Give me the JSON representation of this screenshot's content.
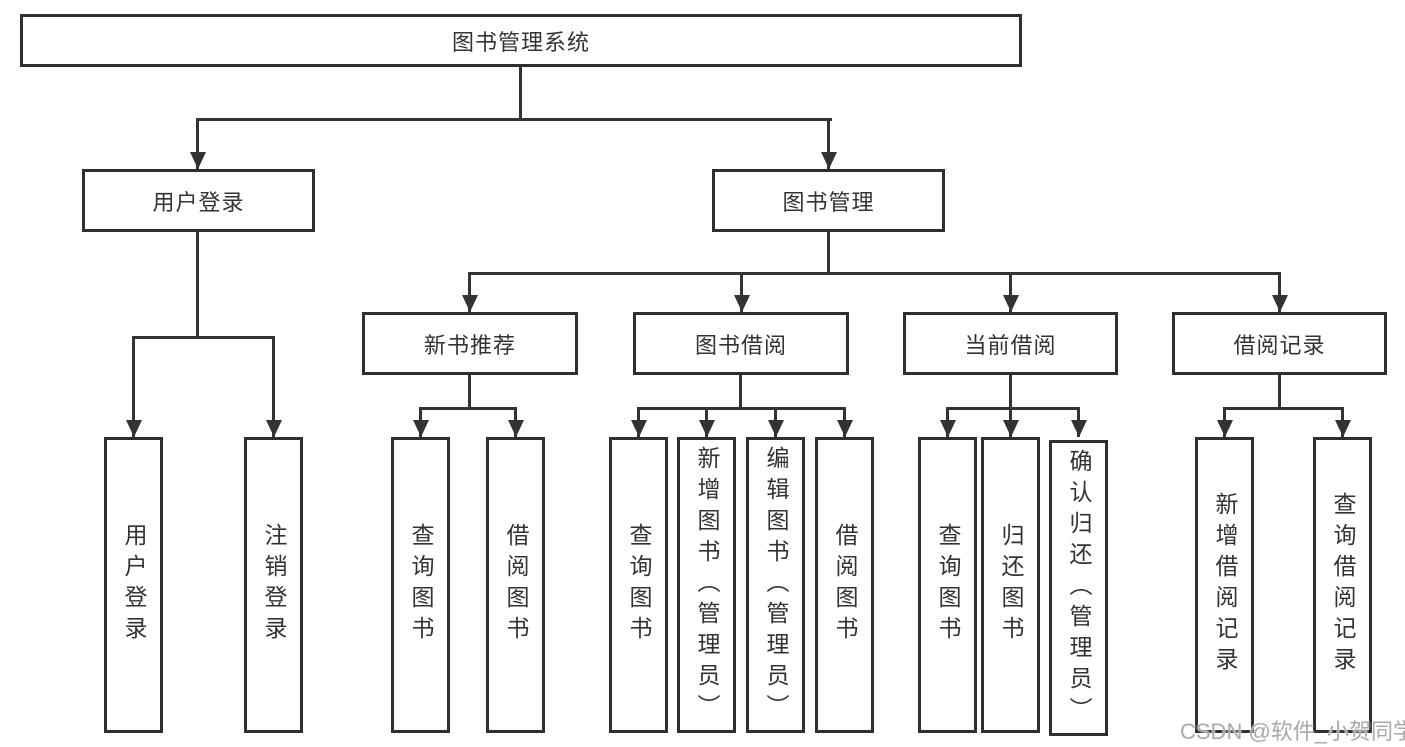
{
  "watermark": "CSDN @软件_小贺同学",
  "colors": {
    "line": "#333333",
    "box_border": "#2f2f2f",
    "text": "#333333",
    "watermark_text": "#a9a9a9",
    "background": "#ffffff"
  },
  "tree": {
    "root": {
      "label": "图书管理系统"
    },
    "branches": [
      {
        "label": "用户登录",
        "leaves": [
          {
            "label": "用户登录"
          },
          {
            "label": "注销登录"
          }
        ]
      },
      {
        "label": "图书管理",
        "children": [
          {
            "label": "新书推荐",
            "leaves": [
              {
                "label": "查询图书"
              },
              {
                "label": "借阅图书"
              }
            ]
          },
          {
            "label": "图书借阅",
            "leaves": [
              {
                "label": "查询图书"
              },
              {
                "label": "新增图书（管理员）"
              },
              {
                "label": "编辑图书（管理员）"
              },
              {
                "label": "借阅图书"
              }
            ]
          },
          {
            "label": "当前借阅",
            "leaves": [
              {
                "label": "查询图书"
              },
              {
                "label": "归还图书"
              },
              {
                "label": "确认归还（管理员）"
              }
            ]
          },
          {
            "label": "借阅记录",
            "leaves": [
              {
                "label": "新增借阅记录"
              },
              {
                "label": "查询借阅记录"
              }
            ]
          }
        ]
      }
    ]
  }
}
